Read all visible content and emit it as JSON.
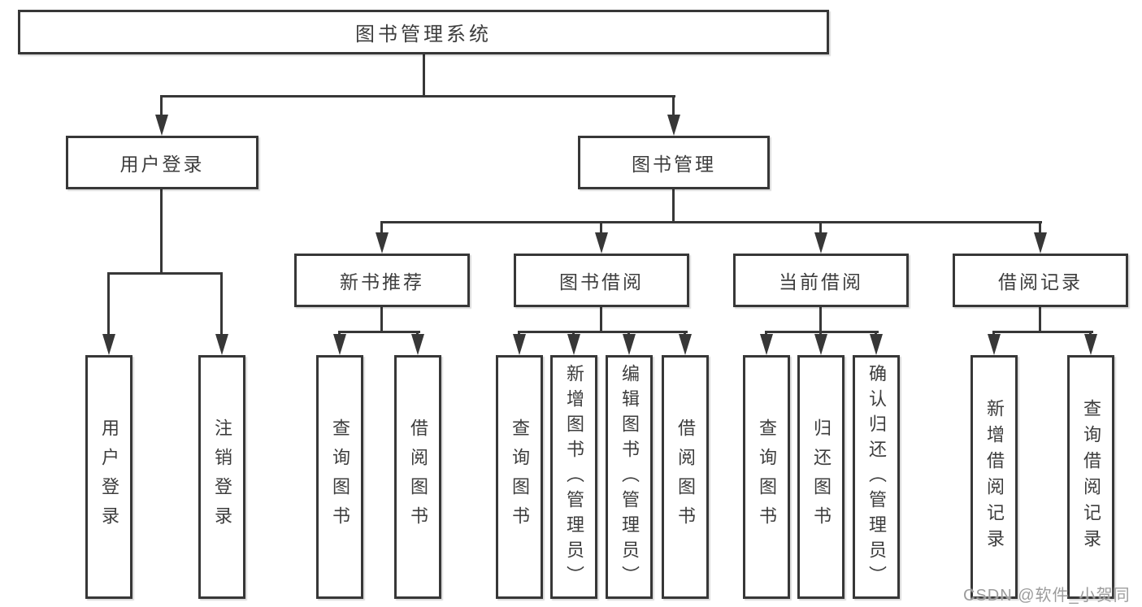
{
  "tree": {
    "root": "图书管理系统",
    "level2": [
      "用户登录",
      "图书管理"
    ],
    "level3": [
      "新书推荐",
      "图书借阅",
      "当前借阅",
      "借阅记录"
    ],
    "leaves": {
      "g1": [
        "用户登录",
        "注销登录"
      ],
      "g2": [
        "查询图书",
        "借阅图书"
      ],
      "g3": [
        "查询图书",
        "新增图书（管理员）",
        "编辑图书（管理员）",
        "借阅图书"
      ],
      "g4": [
        "查询图书",
        "归还图书",
        "确认归还（管理员）"
      ],
      "g5": [
        "新增借阅记录",
        "查询借阅记录"
      ]
    }
  },
  "watermark": "CSDN @软件_小贺同学",
  "colors": {
    "line": "#373737",
    "text": "#3d3d3d",
    "box_background": "#ffffff",
    "watermark": "#9c9c9c",
    "background": "#ffffff"
  }
}
